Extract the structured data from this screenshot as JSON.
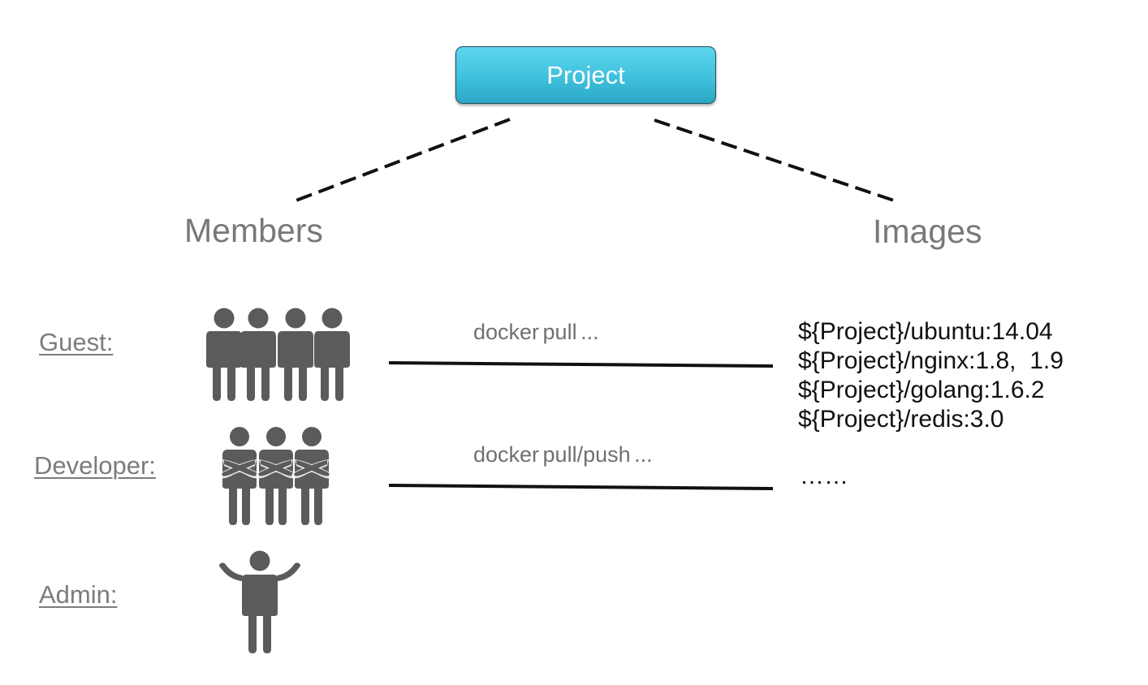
{
  "project": {
    "label": "Project"
  },
  "headings": {
    "members": "Members",
    "images": "Images"
  },
  "roles": [
    {
      "label": "Guest:",
      "icon": "group-of-four-people-icon"
    },
    {
      "label": "Developer:",
      "icon": "group-of-three-people-arms-crossed-icon"
    },
    {
      "label": "Admin:",
      "icon": "single-person-arms-raised-icon"
    }
  ],
  "commands": {
    "guest": "docker pull ...",
    "developer": "docker pull/push ..."
  },
  "images": [
    "${Project}/ubuntu:14.04",
    "${Project}/nginx:1.8,  1.9",
    "${Project}/golang:1.6.2",
    "${Project}/redis:3.0"
  ],
  "images_more": "……",
  "colors": {
    "project_fill": "#3fc1dd",
    "icon_gray": "#5b5b5d",
    "label_gray": "#7b7c7e"
  }
}
